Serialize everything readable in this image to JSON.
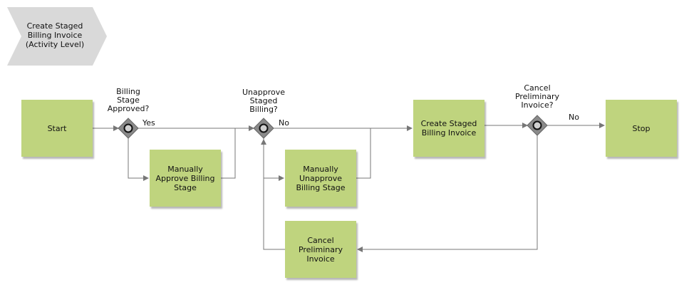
{
  "title": {
    "text": "Create Staged\nBilling Invoice\n(Activity Level)"
  },
  "nodes": {
    "start": "Start",
    "stop": "Stop",
    "manually_approve": "Manually\nApprove Billing\nStage",
    "manually_unapprove": "Manually\nUnapprove\nBilling Stage",
    "create_staged_invoice": "Create Staged\nBilling Invoice",
    "cancel_preliminary_invoice": "Cancel\nPreliminary\nInvoice"
  },
  "gateways": {
    "billing_stage_approved": "Billing\nStage\nApproved?",
    "unapprove_staged_billing": "Unapprove\nStaged\nBilling?",
    "cancel_preliminary_invoice_q": "Cancel\nPreliminary\nInvoice?"
  },
  "edge_labels": {
    "yes": "Yes",
    "no_unapprove": "No",
    "no_cancel": "No"
  },
  "colors": {
    "process_fill": "#bfd47e",
    "gateway_fill": "#8a8a8a",
    "line": "#777777",
    "title_fill": "#d9d9d9"
  }
}
